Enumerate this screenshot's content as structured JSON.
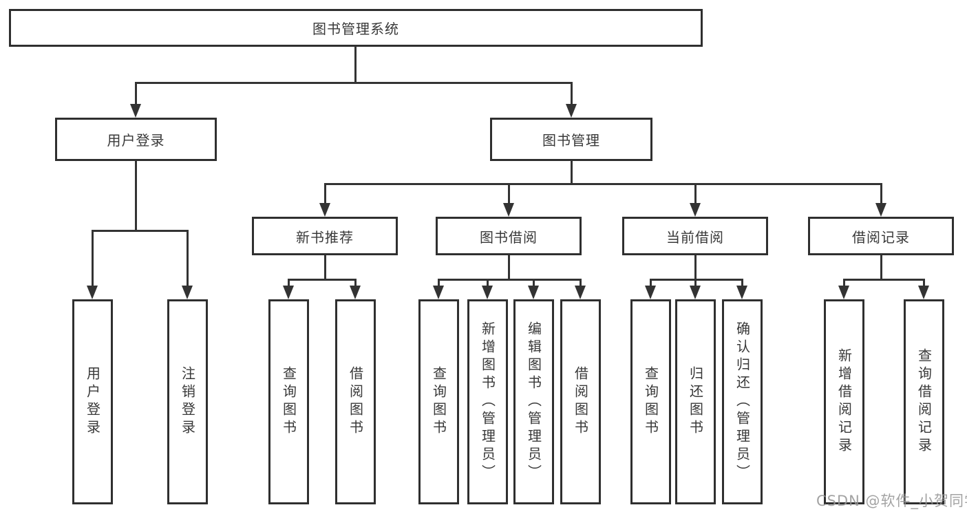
{
  "diagram": {
    "root": {
      "label": "图书管理系统"
    },
    "level2": [
      {
        "label": "用户登录"
      },
      {
        "label": "图书管理"
      }
    ],
    "level3": [
      {
        "label": "新书推荐"
      },
      {
        "label": "图书借阅"
      },
      {
        "label": "当前借阅"
      },
      {
        "label": "借阅记录"
      }
    ],
    "leaves": {
      "user_login": [
        "用户登录",
        "注销登录"
      ],
      "new_book": [
        "查询图书",
        "借阅图书"
      ],
      "book_borrow": [
        "查询图书",
        "新增图书（管理员）",
        "编辑图书（管理员）",
        "借阅图书"
      ],
      "current_borrow": [
        "查询图书",
        "归还图书",
        "确认归还（管理员）"
      ],
      "borrow_record": [
        "新增借阅记录",
        "查询借阅记录"
      ]
    }
  },
  "watermark": {
    "text": "CSDN @软件_小贺同学"
  },
  "colors": {
    "line": "#333333",
    "border": "#2f2f2f",
    "text": "#383838",
    "watermark": "#969696",
    "background": "#ffffff"
  }
}
